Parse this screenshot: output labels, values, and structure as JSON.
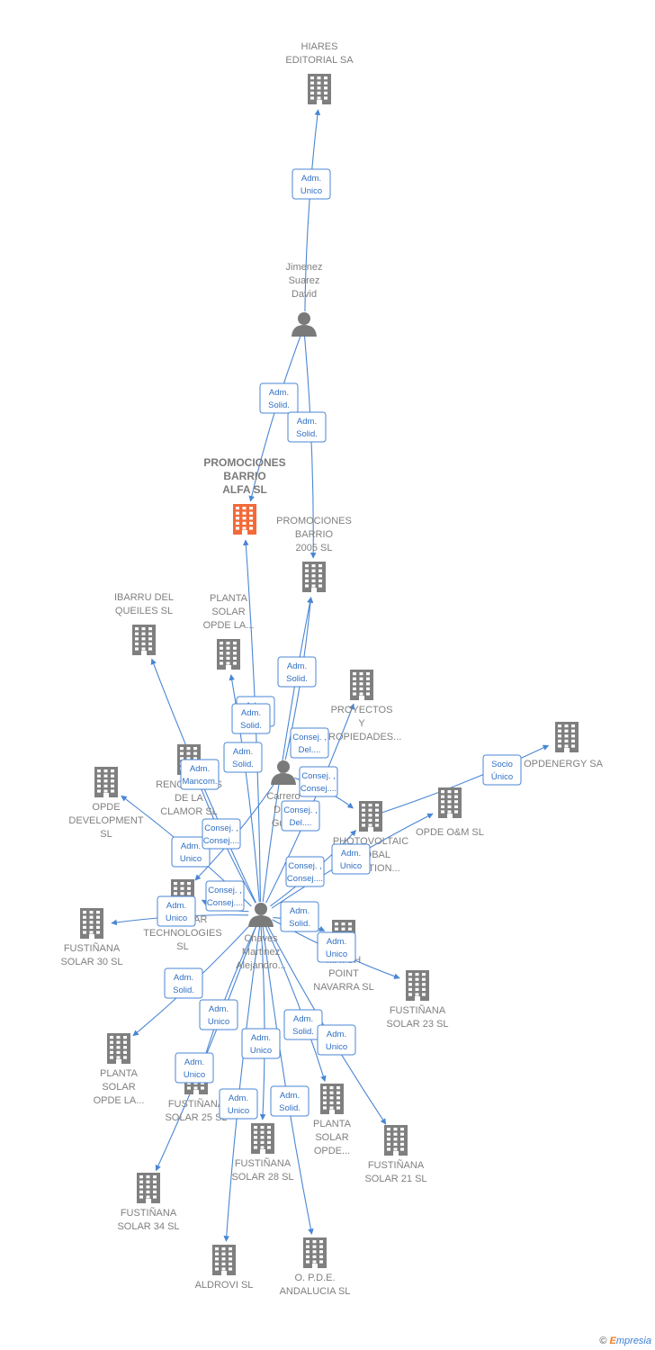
{
  "colors": {
    "edge": "#4a86d4",
    "building": "#7f7f7f",
    "focus": "#f26a38",
    "person": "#7a7a7a",
    "label": "#808080"
  },
  "nodes": [
    {
      "id": "hiares",
      "type": "company",
      "label": [
        "HIARES",
        "EDITORIAL SA"
      ]
    },
    {
      "id": "jimenez",
      "type": "person",
      "label": [
        "Jimenez",
        "Suarez",
        "David"
      ]
    },
    {
      "id": "pba",
      "type": "focus",
      "label": [
        "PROMOCIONES",
        "BARRIO",
        "ALFA  SL"
      ]
    },
    {
      "id": "pb2005",
      "type": "company",
      "label": [
        "PROMOCIONES",
        "BARRIO",
        "2005 SL"
      ]
    },
    {
      "id": "ibarru",
      "type": "company",
      "label": [
        "IBARRU DEL",
        "QUEILES  SL"
      ]
    },
    {
      "id": "plantaLa1",
      "type": "company",
      "label": [
        "PLANTA",
        "SOLAR",
        "OPDE LA..."
      ]
    },
    {
      "id": "proyectos",
      "type": "company",
      "label": [
        "PROYECTOS",
        "Y",
        "PROPIEDADES..."
      ]
    },
    {
      "id": "opdenergy",
      "type": "company",
      "label": [
        "OPDENERGY SA"
      ]
    },
    {
      "id": "renovables",
      "type": "company",
      "label": [
        "RENOVABLES",
        "DE LA",
        "CLAMOR  SL"
      ]
    },
    {
      "id": "carrero",
      "type": "person",
      "label": [
        "Carrero",
        "Diaz",
        "Gui..."
      ]
    },
    {
      "id": "opdedev",
      "type": "company",
      "label": [
        "OPDE",
        "DEVELOPMENT",
        "SL"
      ]
    },
    {
      "id": "opdeom",
      "type": "company",
      "label": [
        "OPDE O&M  SL"
      ]
    },
    {
      "id": "photo",
      "type": "company",
      "label": [
        "PHOTOVOLTAIC",
        "GLOBAL",
        "SOLUTION..."
      ]
    },
    {
      "id": "modular",
      "type": "company",
      "label": [
        "MODULAR",
        "TECHNOLOGIES",
        "SL"
      ]
    },
    {
      "id": "fs30",
      "type": "company",
      "label": [
        "FUSTIÑANA",
        "SOLAR 30 SL"
      ]
    },
    {
      "id": "chaves",
      "type": "person",
      "label": [
        "Chaves",
        "Martinez",
        "Alejandro..."
      ]
    },
    {
      "id": "match",
      "type": "company",
      "label": [
        "MATCH",
        "POINT",
        "NAVARRA  SL"
      ]
    },
    {
      "id": "fs23",
      "type": "company",
      "label": [
        "FUSTIÑANA",
        "SOLAR 23 SL"
      ]
    },
    {
      "id": "plantaLa2",
      "type": "company",
      "label": [
        "PLANTA",
        "SOLAR",
        "OPDE LA..."
      ]
    },
    {
      "id": "fs25",
      "type": "company",
      "label": [
        "FUSTIÑANA",
        "SOLAR 25 SL"
      ]
    },
    {
      "id": "plantaOpde",
      "type": "company",
      "label": [
        "PLANTA",
        "SOLAR",
        "OPDE..."
      ]
    },
    {
      "id": "fs28",
      "type": "company",
      "label": [
        "FUSTIÑANA",
        "SOLAR 28 SL"
      ]
    },
    {
      "id": "fs21",
      "type": "company",
      "label": [
        "FUSTIÑANA",
        "SOLAR 21 SL"
      ]
    },
    {
      "id": "fs34",
      "type": "company",
      "label": [
        "FUSTIÑANA",
        "SOLAR 34 SL"
      ]
    },
    {
      "id": "aldrovi",
      "type": "company",
      "label": [
        "ALDROVI SL"
      ]
    },
    {
      "id": "opdeand",
      "type": "company",
      "label": [
        "O. P.D.E.",
        "ANDALUCIA SL"
      ]
    }
  ],
  "edges": [
    {
      "from": "jimenez",
      "to": "hiares",
      "role": [
        "Adm.",
        "Unico"
      ]
    },
    {
      "from": "jimenez",
      "to": "pba",
      "role": [
        "Adm.",
        "Solid."
      ]
    },
    {
      "from": "jimenez",
      "to": "pb2005",
      "role": [
        "Adm.",
        "Solid."
      ]
    },
    {
      "from": "chaves",
      "to": "pba",
      "role": [
        "Adm.",
        "Solid."
      ]
    },
    {
      "from": "chaves",
      "to": "pb2005",
      "role": [
        "Adm.",
        "Solid."
      ]
    },
    {
      "from": "chaves",
      "to": "plantaLa1",
      "role": [
        "Adm.",
        "Solid."
      ]
    },
    {
      "from": "chaves",
      "to": "ibarru",
      "role": [
        "Adm.",
        "Mancom."
      ]
    },
    {
      "from": "chaves",
      "to": "proyectos",
      "role": [
        "Consej. ,",
        "Del...."
      ]
    },
    {
      "from": "chaves",
      "to": "renovables",
      "role": [
        "Adm.",
        "Solid."
      ]
    },
    {
      "from": "chaves",
      "to": "opdedev",
      "role": [
        "Adm.",
        "Unico"
      ]
    },
    {
      "from": "chaves",
      "to": "opdeom",
      "role": [
        "Adm.",
        "Unico"
      ]
    },
    {
      "from": "chaves",
      "to": "photo",
      "role": [
        "Consej. ,",
        "Consej...."
      ]
    },
    {
      "from": "chaves",
      "to": "modular",
      "role": [
        "Consej. ,",
        "Consej...."
      ]
    },
    {
      "from": "chaves",
      "to": "fs30",
      "role": [
        "Adm.",
        "Unico"
      ]
    },
    {
      "from": "chaves",
      "to": "match",
      "role": [
        "Adm.",
        "Solid."
      ]
    },
    {
      "from": "chaves",
      "to": "fs23",
      "role": [
        "Adm.",
        "Unico"
      ]
    },
    {
      "from": "chaves",
      "to": "plantaLa2",
      "role": [
        "Adm.",
        "Solid."
      ]
    },
    {
      "from": "chaves",
      "to": "fs25",
      "role": [
        "Adm.",
        "Unico"
      ]
    },
    {
      "from": "chaves",
      "to": "fs34",
      "role": [
        "Adm.",
        "Unico"
      ]
    },
    {
      "from": "chaves",
      "to": "aldrovi",
      "role": [
        "Adm.",
        "Unico"
      ]
    },
    {
      "from": "chaves",
      "to": "fs28",
      "role": [
        "Adm.",
        "Unico"
      ]
    },
    {
      "from": "chaves",
      "to": "opdeand",
      "role": [
        "Adm.",
        "Solid."
      ]
    },
    {
      "from": "chaves",
      "to": "plantaOpde",
      "role": [
        "Adm.",
        "Solid."
      ]
    },
    {
      "from": "chaves",
      "to": "fs21",
      "role": [
        "Adm.",
        "Unico"
      ]
    },
    {
      "from": "carrero",
      "to": "photo",
      "role": [
        "Consej. ,",
        "Consej...."
      ]
    },
    {
      "from": "carrero",
      "to": "pb2005",
      "role": [
        "Consej. ,",
        "Del...."
      ]
    },
    {
      "from": "carrero",
      "to": "modular",
      "role": [
        "Consej. ,",
        "Consej...."
      ]
    },
    {
      "from": "photo",
      "to": "opdenergy",
      "role": [
        "Socio",
        "Único"
      ]
    }
  ],
  "footer": {
    "copyright": "©",
    "brand_e": "E",
    "brand_rest": "mpresia"
  }
}
